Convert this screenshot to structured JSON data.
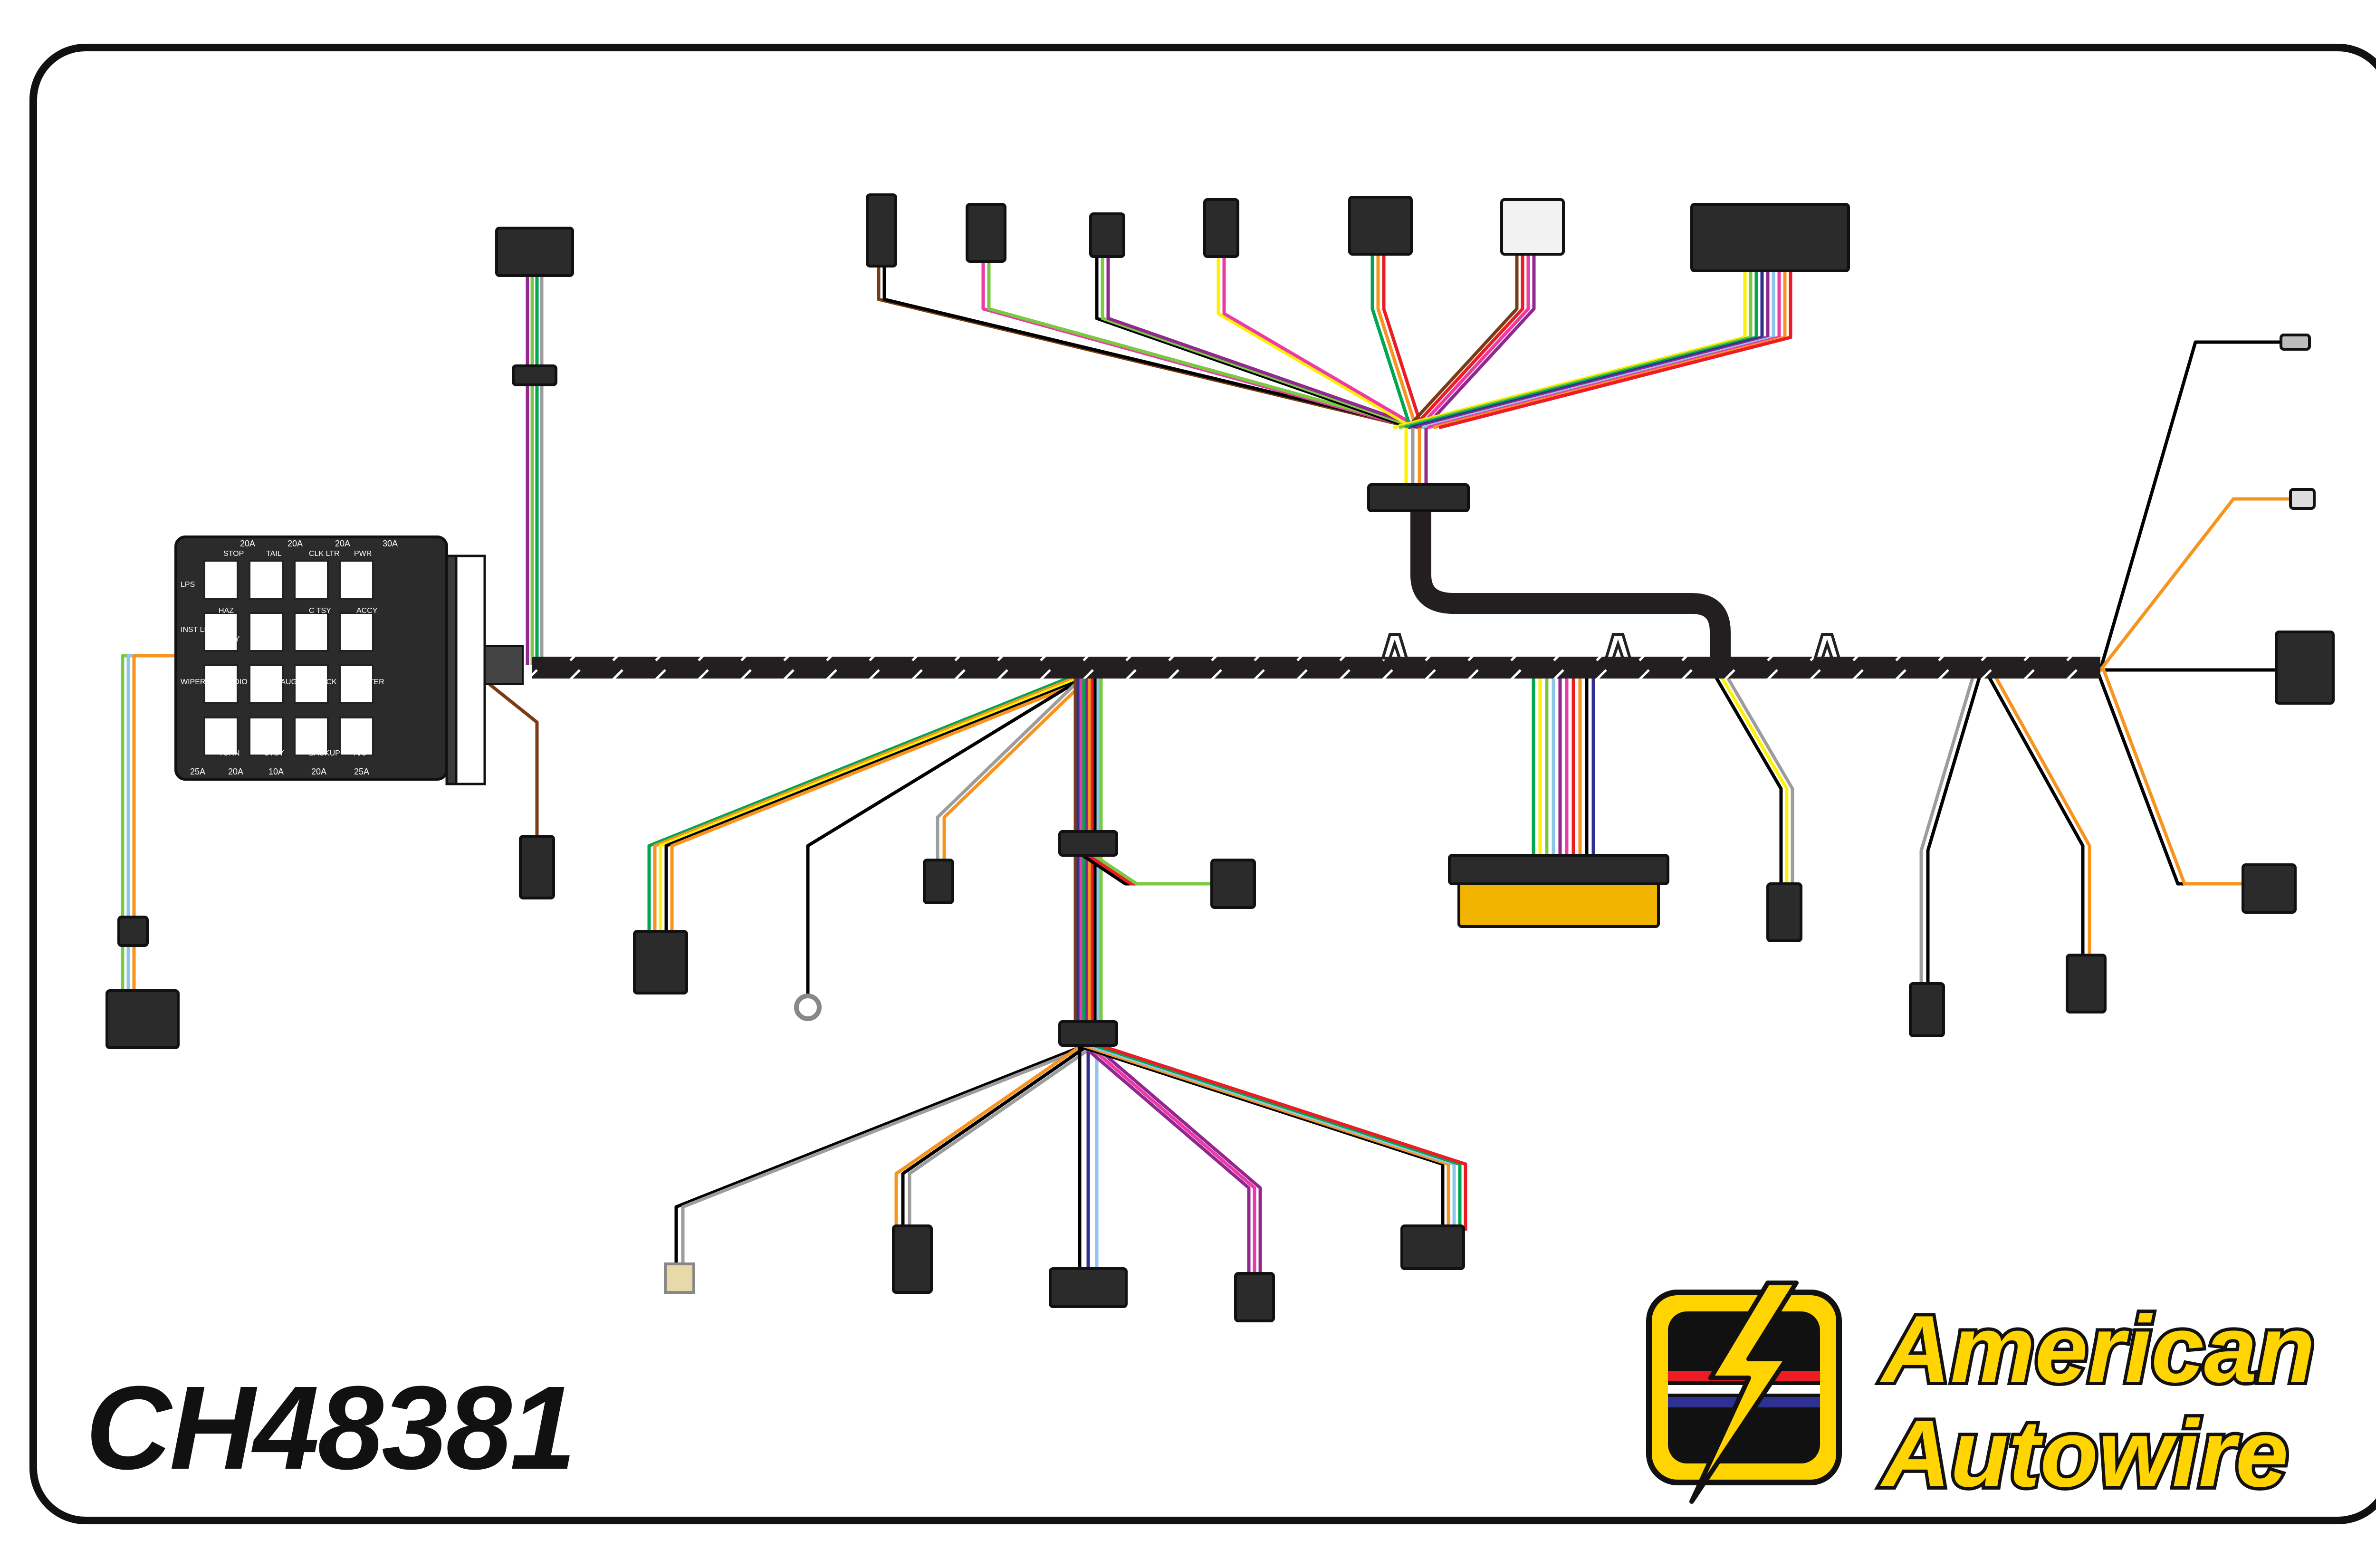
{
  "part_number": "CH48381",
  "brand": {
    "line1": "American",
    "line2": "Autowire"
  },
  "fuse_labels": {
    "top_amps": [
      "20A",
      "20A",
      "20A",
      "30A"
    ],
    "top_names": [
      "STOP",
      "TAIL",
      "CLK LTR",
      "PWR"
    ],
    "mid_names": [
      "HAZ",
      "C TSY",
      "ACCY"
    ],
    "left_names": [
      "LPS",
      "INST LPS"
    ],
    "row3_names": [
      "WIPER",
      "RADIO",
      "IGN GAUGES",
      "DR LCK",
      "HEATER"
    ],
    "row3b_names": [
      "ACCY",
      "BAT"
    ],
    "bottom_names": [
      "TURN",
      "CTSY",
      "BACKUP",
      "A/C"
    ],
    "bottom_amps": [
      "25A",
      "20A",
      "10A",
      "20A",
      "25A"
    ]
  },
  "colors": {
    "jacket": "#231f20",
    "wire_palette": [
      "#7a3c14",
      "#ec3aa6",
      "#7ac943",
      "#f7941d",
      "#fff200",
      "#00a651",
      "#ed1c24",
      "#92278f",
      "#2e3192",
      "#8dc6e8",
      "#9d9d9d",
      "#000000"
    ],
    "logo_yellow": "#ffd400"
  },
  "icons": [
    "fuse-block-icon",
    "connector-icon",
    "ring-terminal-icon",
    "bulb-socket-icon",
    "lightning-bolt-icon",
    "retainer-clip-icon"
  ]
}
